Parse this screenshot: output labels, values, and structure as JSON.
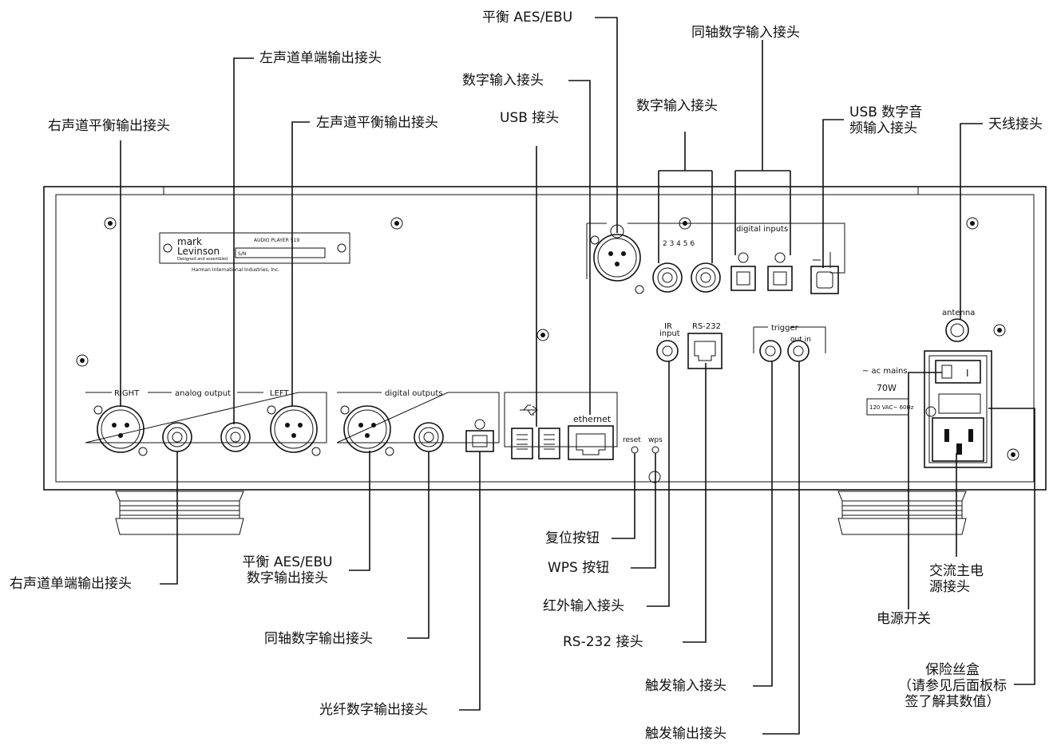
{
  "callouts": {
    "aes_input_top": "平衡 AES/EBU",
    "coax_digital_in": "同轴数字输入接头",
    "left_single_out": "左声道单端输出接头",
    "digital_in_connector": "数字输入接头",
    "digital_in_group": "数字输入接头",
    "usb_connector": "USB 接头",
    "usb_audio_in": "USB 数字音\n频输入接头",
    "antenna_connector": "天线接头",
    "right_balanced_out": "右声道平衡输出接头",
    "left_balanced_out": "左声道平衡输出接头",
    "right_single_out": "右声道单端输出接头",
    "aes_digital_out": "平衡 AES/EBU\n数字输出接头",
    "coax_digital_out": "同轴数字输出接头",
    "optical_digital_out": "光纤数字输出接头",
    "reset_button": "复位按钮",
    "wps_button": "WPS 按钮",
    "ir_input": "红外输入接头",
    "rs232_connector": "RS-232 接头",
    "trigger_in": "触发输入接头",
    "trigger_out": "触发输出接头",
    "ac_mains_connector": "交流主电\n源接头",
    "power_switch": "电源开关",
    "fuse_box": "保险丝盒\n（请参见后面板标\n签了解其数值）"
  },
  "panel": {
    "brand_line1": "mark",
    "brand_line2": "Levinson",
    "model": "AUDIO PLAYER 519",
    "serial_label": "S/N",
    "designed": "Designed and assembled",
    "maker": "Harman International Industries, Inc.",
    "right": "RIGHT",
    "analog_output": "analog output",
    "left": "LEFT",
    "digital_outputs": "digital outputs",
    "ethernet": "ethernet",
    "reset": "reset",
    "wps": "wps",
    "ir": "IR",
    "input": "input",
    "rs232": "RS-232",
    "trigger": "trigger",
    "out_in": "out in",
    "digital_inputs": "digital inputs",
    "numbers": "2 3 4 5 6",
    "antenna": "antenna",
    "ac_mains": "~ ac mains",
    "power": "70W",
    "voltage": "120 VAC~ 60Hz",
    "switch_i": "I"
  }
}
